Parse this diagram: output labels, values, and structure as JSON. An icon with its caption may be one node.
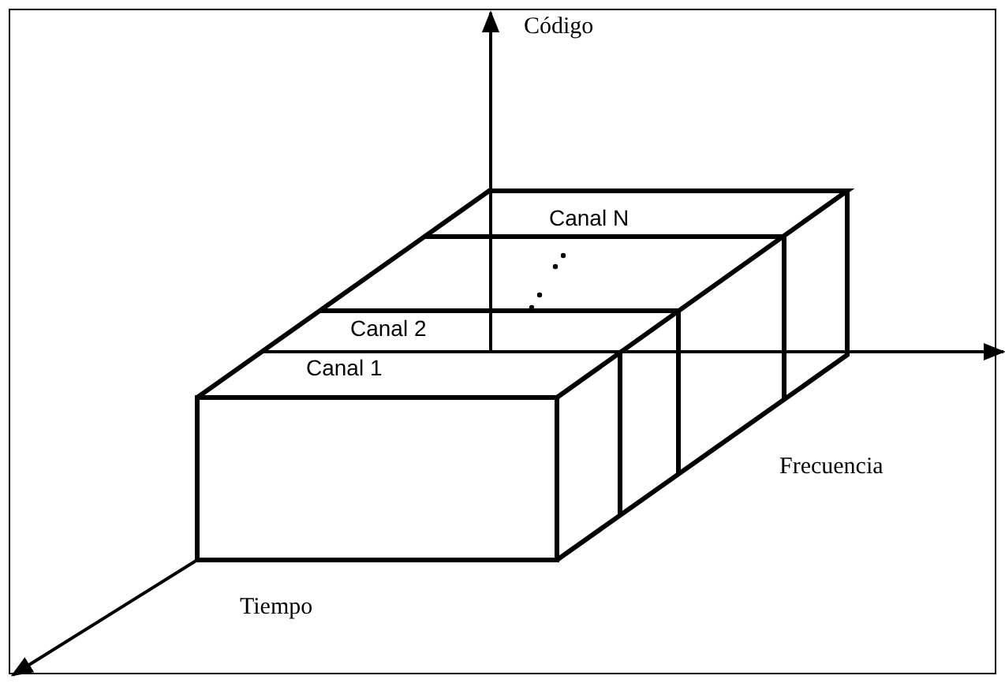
{
  "diagram": {
    "labels": [
      "Código",
      "Canal N",
      "Canal 2",
      "Canal 1",
      "Frecuencia",
      "Tiempo"
    ]
  }
}
